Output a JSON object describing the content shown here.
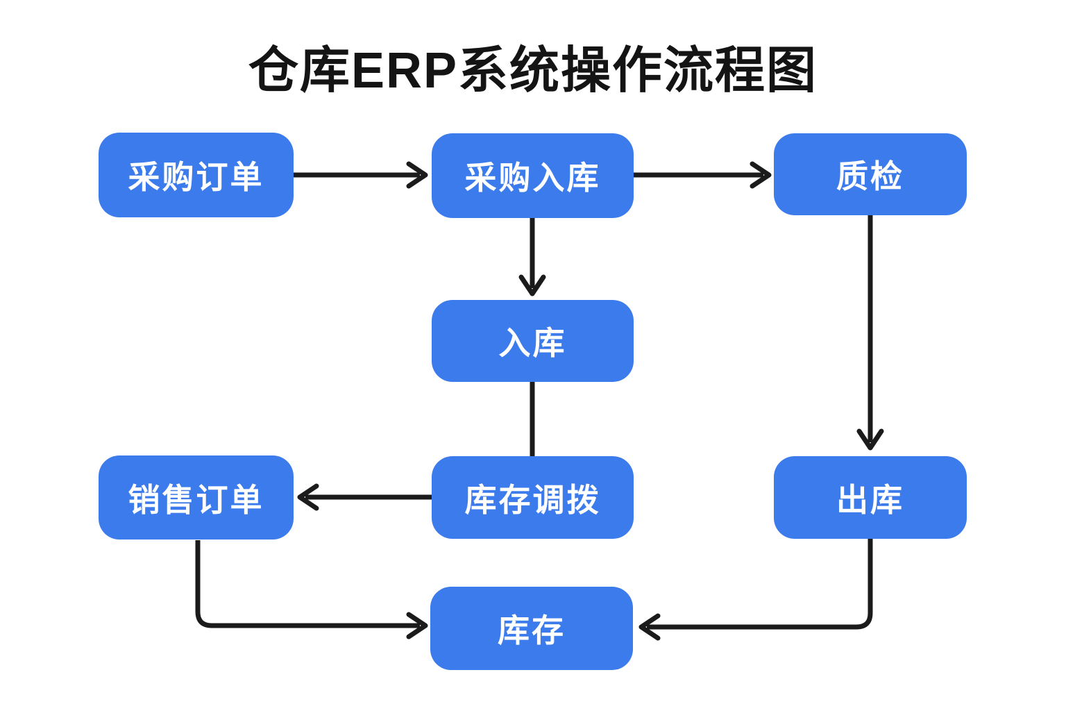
{
  "title": "仓库ERP系统操作流程图",
  "colors": {
    "background": "#ffffff",
    "title_text": "#141414",
    "node_fill": "#3c7beb",
    "node_text": "#ffffff",
    "connector": "#1b1b1b"
  },
  "nodes": {
    "purchase_order": {
      "label": "采购订单"
    },
    "purchase_inbound": {
      "label": "采购入库"
    },
    "quality_check": {
      "label": "质检"
    },
    "stock_in": {
      "label": "入库"
    },
    "inventory_transfer": {
      "label": "库存调拨"
    },
    "sales_order": {
      "label": "销售订单"
    },
    "stock_out": {
      "label": "出库"
    },
    "inventory": {
      "label": "库存"
    }
  },
  "edges": [
    {
      "from": "purchase_order",
      "to": "purchase_inbound",
      "from_label": "采购订单",
      "to_label": "采购入库",
      "arrowhead": true,
      "shape": "straight-horizontal"
    },
    {
      "from": "purchase_inbound",
      "to": "quality_check",
      "from_label": "采购入库",
      "to_label": "质检",
      "arrowhead": true,
      "shape": "straight-horizontal"
    },
    {
      "from": "purchase_inbound",
      "to": "stock_in",
      "from_label": "采购入库",
      "to_label": "入库",
      "arrowhead": true,
      "shape": "straight-vertical"
    },
    {
      "from": "stock_in",
      "to": "inventory_transfer",
      "from_label": "入库",
      "to_label": "库存调拨",
      "arrowhead": false,
      "shape": "straight-vertical"
    },
    {
      "from": "inventory_transfer",
      "to": "sales_order",
      "from_label": "库存调拨",
      "to_label": "销售订单",
      "arrowhead": true,
      "shape": "straight-horizontal"
    },
    {
      "from": "quality_check",
      "to": "stock_out",
      "from_label": "质检",
      "to_label": "出库",
      "arrowhead": true,
      "shape": "straight-vertical"
    },
    {
      "from": "sales_order",
      "to": "inventory",
      "from_label": "销售订单",
      "to_label": "库存",
      "arrowhead": true,
      "shape": "elbow-down-right"
    },
    {
      "from": "stock_out",
      "to": "inventory",
      "from_label": "出库",
      "to_label": "库存",
      "arrowhead": true,
      "shape": "elbow-down-left"
    }
  ]
}
